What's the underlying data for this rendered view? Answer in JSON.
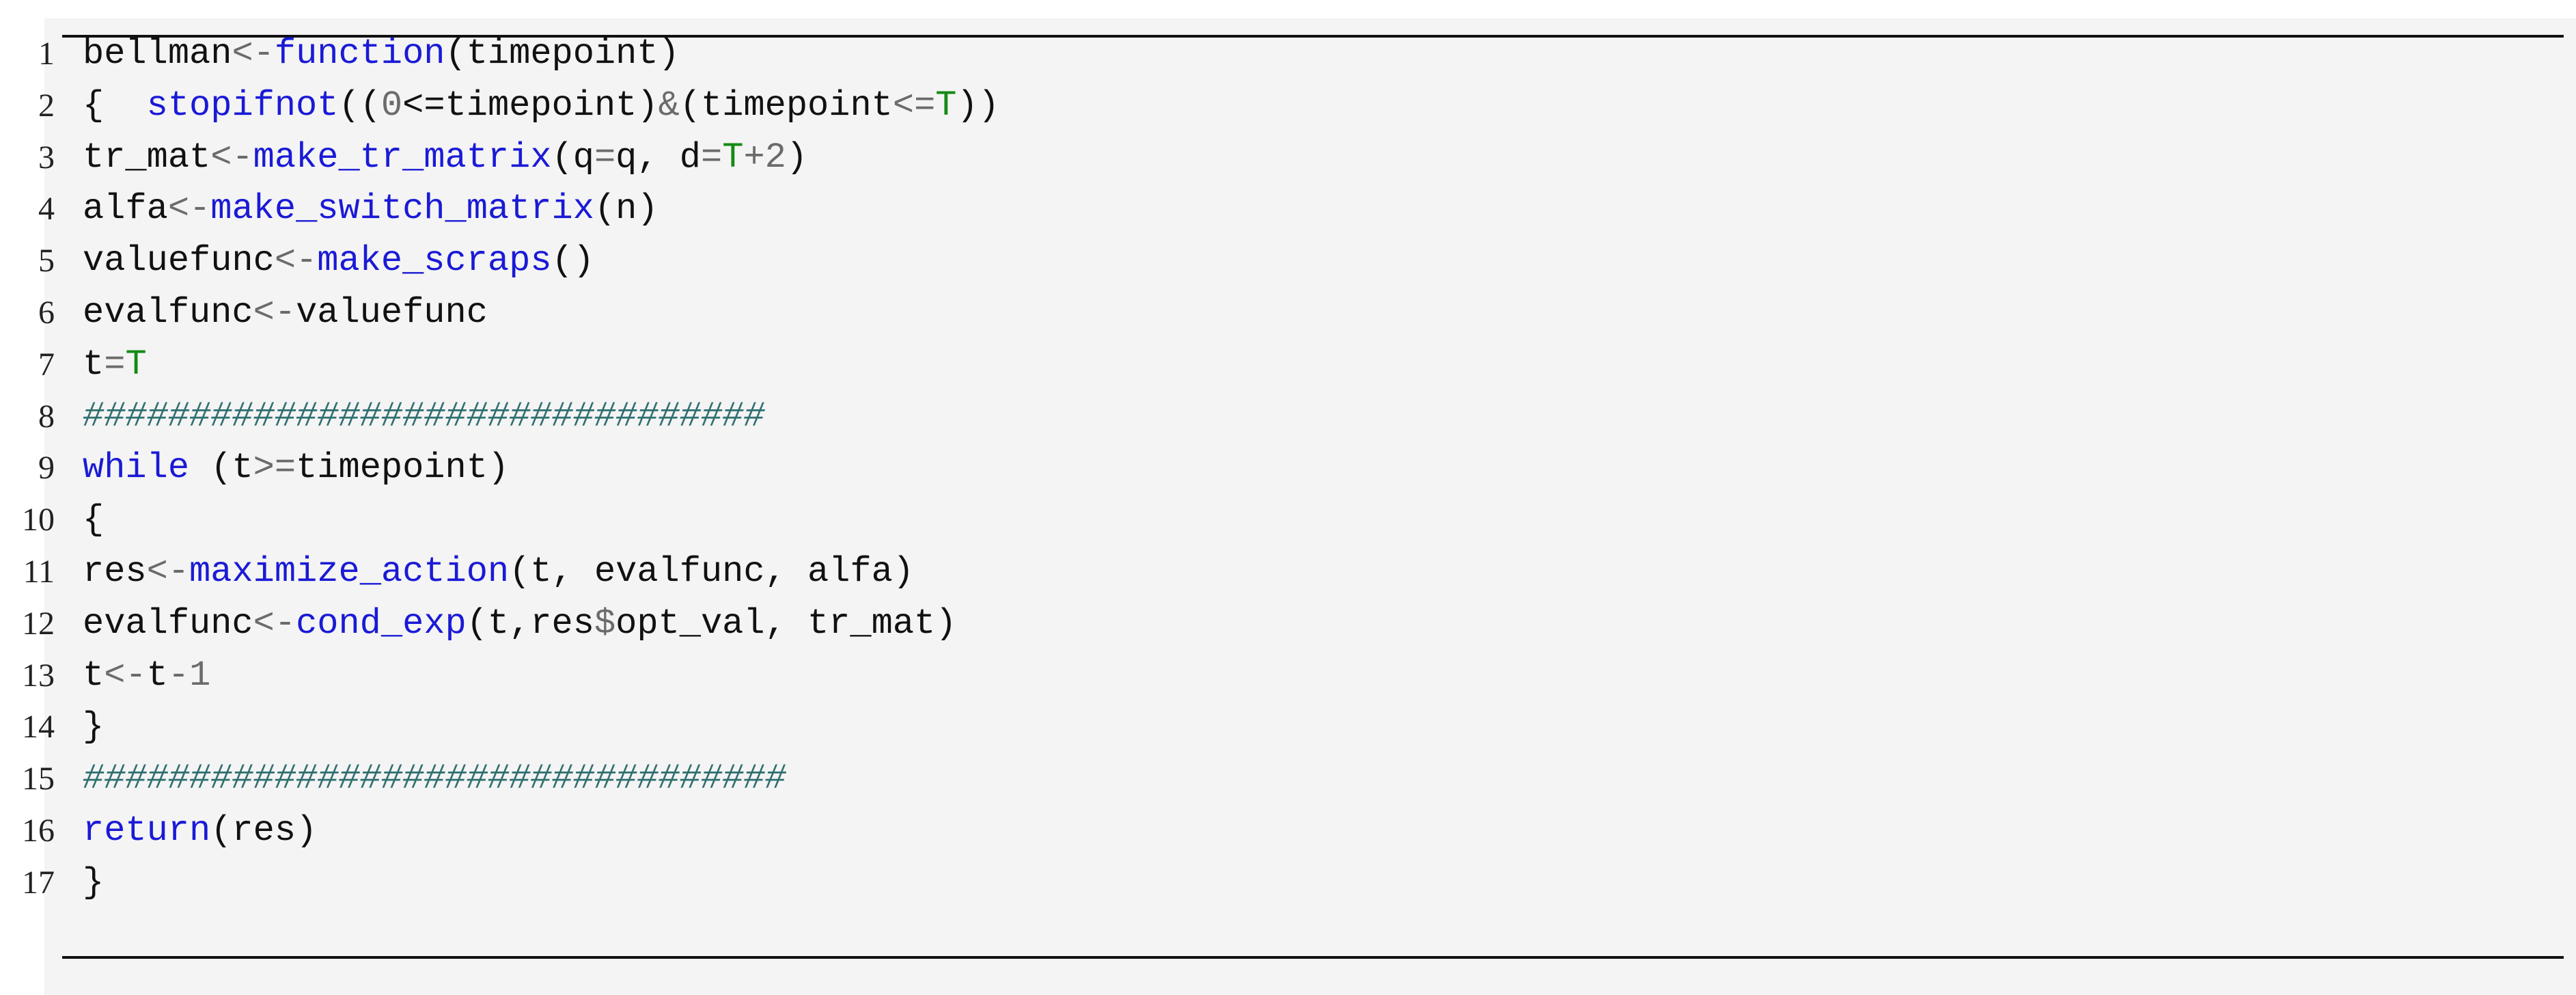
{
  "listing": {
    "lines": [
      {
        "number": "1",
        "tokens": [
          {
            "text": "bellman",
            "kind": "plain"
          },
          {
            "text": "<-",
            "kind": "op"
          },
          {
            "text": "function",
            "kind": "kw"
          },
          {
            "text": "(timepoint)",
            "kind": "plain"
          }
        ]
      },
      {
        "number": "2",
        "tokens": [
          {
            "text": "{  ",
            "kind": "plain"
          },
          {
            "text": "stopifnot",
            "kind": "kw"
          },
          {
            "text": "((",
            "kind": "plain"
          },
          {
            "text": "0",
            "kind": "op"
          },
          {
            "text": "<=timepoint)",
            "kind": "plain"
          },
          {
            "text": "&",
            "kind": "op"
          },
          {
            "text": "(timepoint",
            "kind": "plain"
          },
          {
            "text": "<=",
            "kind": "op"
          },
          {
            "text": "T",
            "kind": "const"
          },
          {
            "text": "))",
            "kind": "plain"
          }
        ]
      },
      {
        "number": "3",
        "tokens": [
          {
            "text": "tr_mat",
            "kind": "plain"
          },
          {
            "text": "<-",
            "kind": "op"
          },
          {
            "text": "make_tr_matrix",
            "kind": "kw"
          },
          {
            "text": "(q",
            "kind": "plain"
          },
          {
            "text": "=",
            "kind": "op"
          },
          {
            "text": "q, d",
            "kind": "plain"
          },
          {
            "text": "=",
            "kind": "op"
          },
          {
            "text": "T",
            "kind": "const"
          },
          {
            "text": "+2",
            "kind": "op"
          },
          {
            "text": ")",
            "kind": "plain"
          }
        ]
      },
      {
        "number": "4",
        "tokens": [
          {
            "text": "alfa",
            "kind": "plain"
          },
          {
            "text": "<-",
            "kind": "op"
          },
          {
            "text": "make_switch_matrix",
            "kind": "kw"
          },
          {
            "text": "(n)",
            "kind": "plain"
          }
        ]
      },
      {
        "number": "5",
        "tokens": [
          {
            "text": "valuefunc",
            "kind": "plain"
          },
          {
            "text": "<-",
            "kind": "op"
          },
          {
            "text": "make_scraps",
            "kind": "kw"
          },
          {
            "text": "()",
            "kind": "plain"
          }
        ]
      },
      {
        "number": "6",
        "tokens": [
          {
            "text": "evalfunc",
            "kind": "plain"
          },
          {
            "text": "<-",
            "kind": "op"
          },
          {
            "text": "valuefunc",
            "kind": "plain"
          }
        ]
      },
      {
        "number": "7",
        "tokens": [
          {
            "text": "t",
            "kind": "plain"
          },
          {
            "text": "=",
            "kind": "op"
          },
          {
            "text": "T",
            "kind": "const"
          }
        ]
      },
      {
        "number": "8",
        "tokens": [
          {
            "text": "################################",
            "kind": "comment"
          }
        ]
      },
      {
        "number": "9",
        "tokens": [
          {
            "text": "while",
            "kind": "kw"
          },
          {
            "text": " (t",
            "kind": "plain"
          },
          {
            "text": ">=",
            "kind": "op"
          },
          {
            "text": "timepoint)",
            "kind": "plain"
          }
        ]
      },
      {
        "number": "10",
        "tokens": [
          {
            "text": "{",
            "kind": "plain"
          }
        ]
      },
      {
        "number": "11",
        "tokens": [
          {
            "text": "res",
            "kind": "plain"
          },
          {
            "text": "<-",
            "kind": "op"
          },
          {
            "text": "maximize_action",
            "kind": "kw"
          },
          {
            "text": "(t, evalfunc, alfa)",
            "kind": "plain"
          }
        ]
      },
      {
        "number": "12",
        "tokens": [
          {
            "text": "evalfunc",
            "kind": "plain"
          },
          {
            "text": "<-",
            "kind": "op"
          },
          {
            "text": "cond_exp",
            "kind": "kw"
          },
          {
            "text": "(t,res",
            "kind": "plain"
          },
          {
            "text": "$",
            "kind": "op"
          },
          {
            "text": "opt_val, tr_mat)",
            "kind": "plain"
          }
        ]
      },
      {
        "number": "13",
        "tokens": [
          {
            "text": "t",
            "kind": "plain"
          },
          {
            "text": "<-",
            "kind": "op"
          },
          {
            "text": "t",
            "kind": "plain"
          },
          {
            "text": "-1",
            "kind": "op"
          }
        ]
      },
      {
        "number": "14",
        "tokens": [
          {
            "text": "}",
            "kind": "plain"
          }
        ]
      },
      {
        "number": "15",
        "tokens": [
          {
            "text": "#################################",
            "kind": "comment"
          }
        ]
      },
      {
        "number": "16",
        "tokens": [
          {
            "text": "return",
            "kind": "kw"
          },
          {
            "text": "(res)",
            "kind": "plain"
          }
        ]
      },
      {
        "number": "17",
        "tokens": [
          {
            "text": "}",
            "kind": "plain"
          }
        ]
      }
    ]
  },
  "colors": {
    "background": "#f4f4f4",
    "keyword": "#1a1ad6",
    "operator": "#6b6b6b",
    "constant": "#158a15",
    "comment": "#2f6f70",
    "text": "#111111"
  }
}
